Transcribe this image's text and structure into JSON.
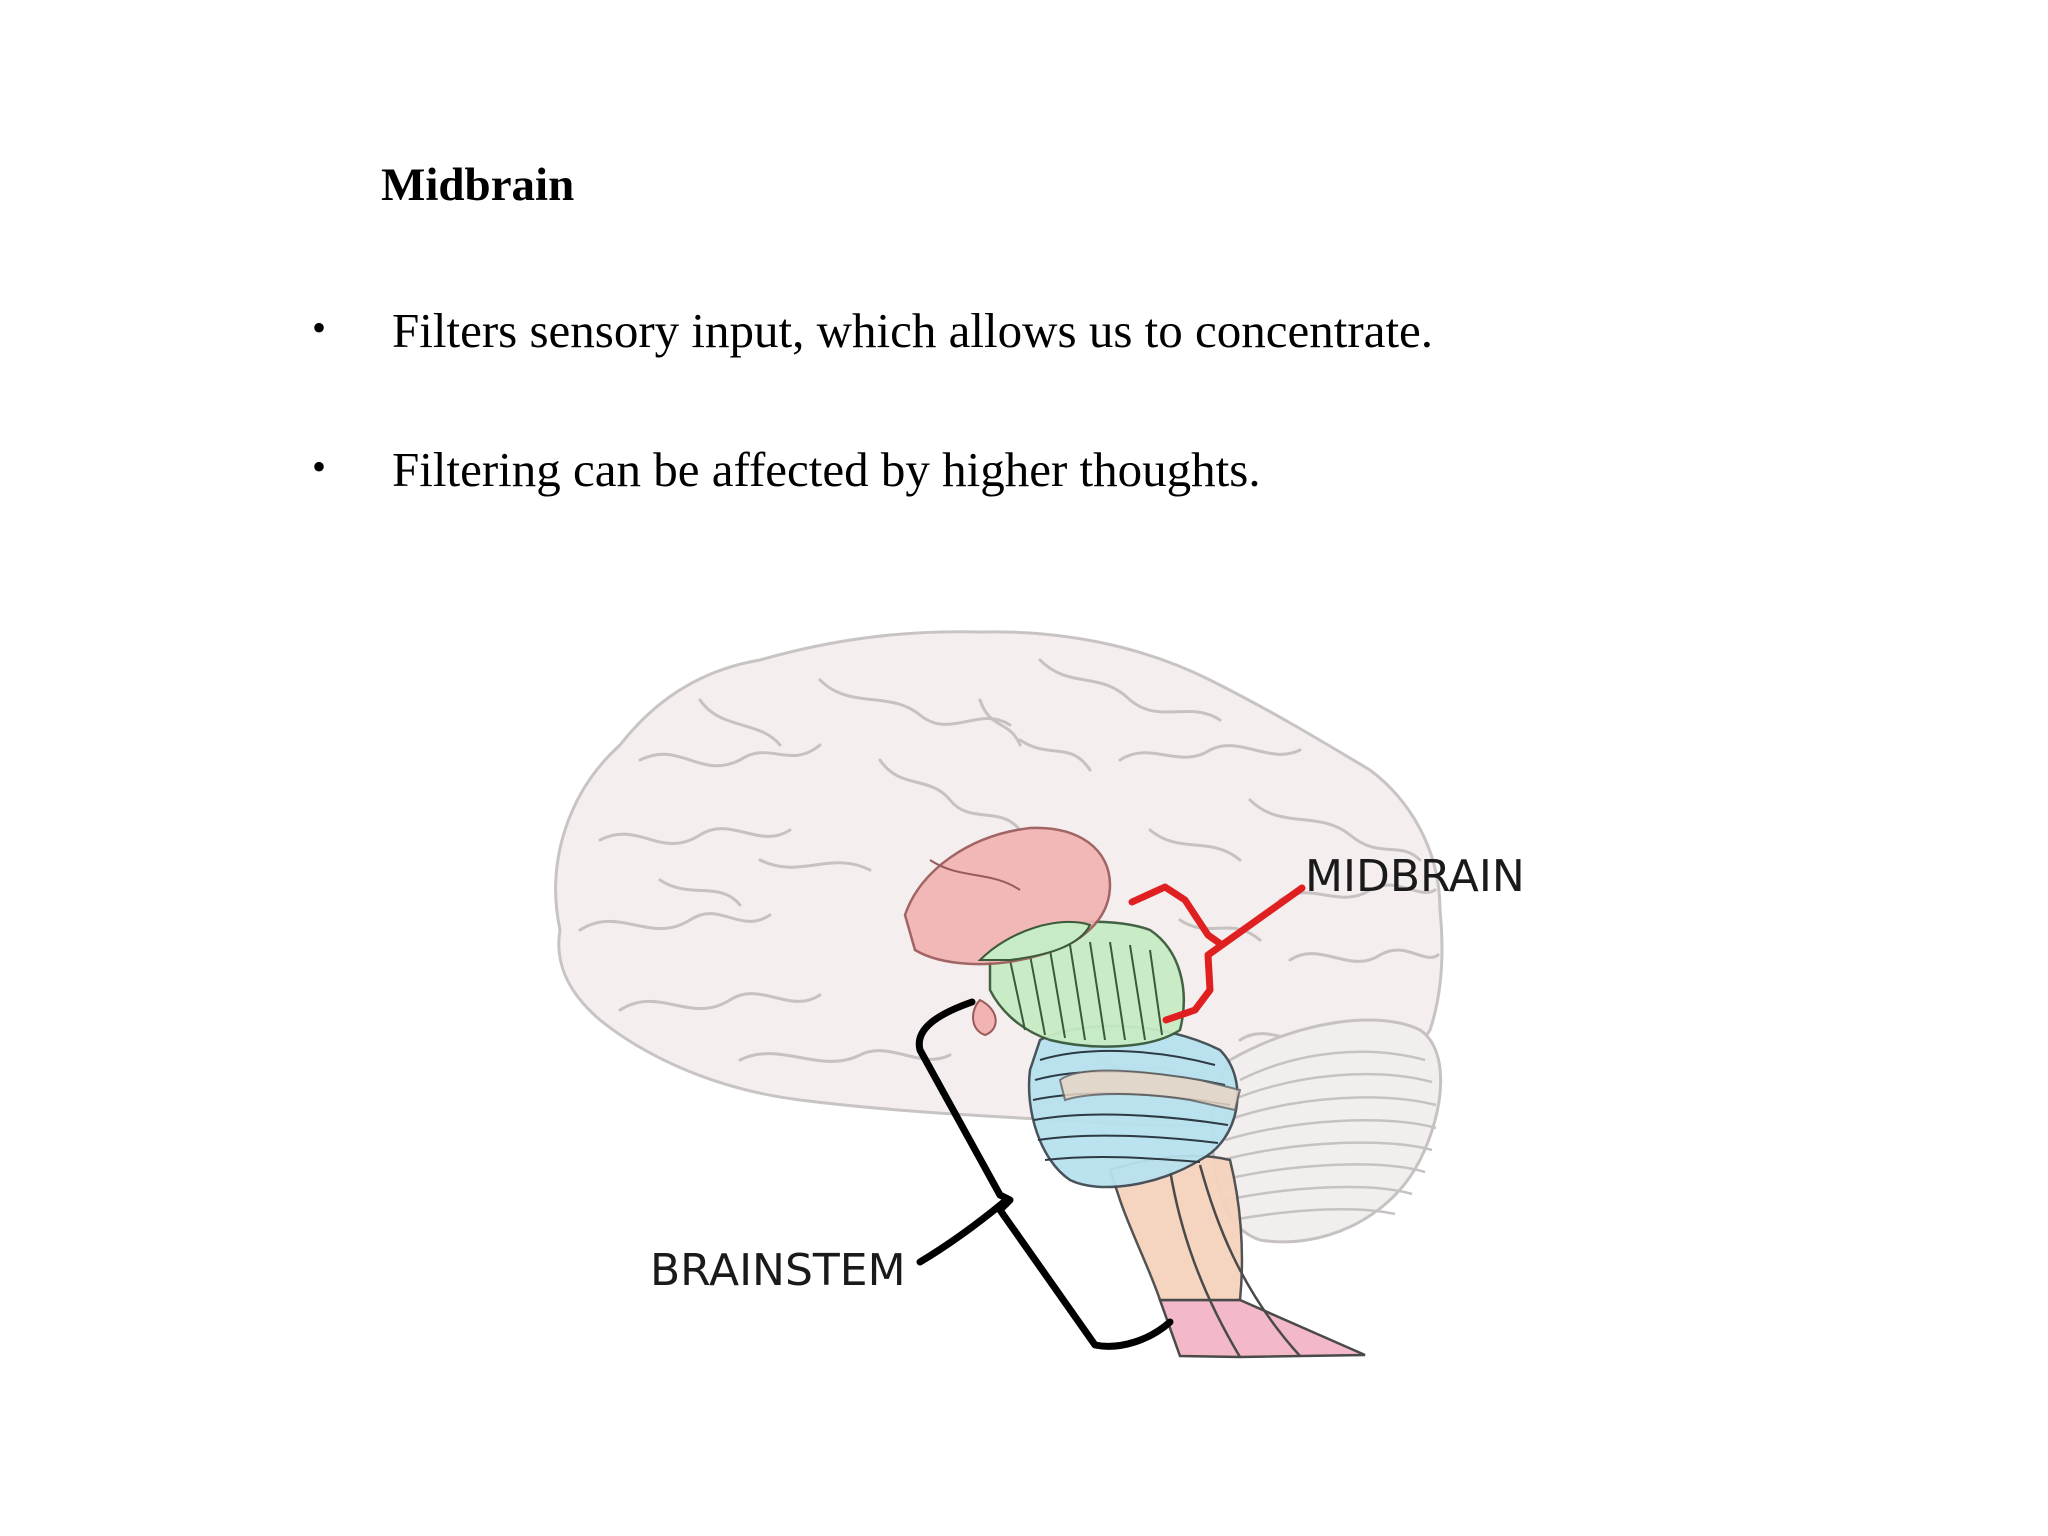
{
  "slide": {
    "title": "Midbrain",
    "bullets": [
      "Filters sensory input, which allows us to concentrate.",
      "Filtering can be affected by higher thoughts."
    ]
  },
  "diagram": {
    "labels": {
      "midbrain": "MIDBRAIN",
      "brainstem": "BRAINSTEM"
    },
    "colors": {
      "cerebrum_fill": "#f4eeee",
      "cerebrum_stroke": "#c8c4c4",
      "thalamus": "#f2b3b3",
      "midbrain": "#c7ecc5",
      "pons": "#b7e2ef",
      "medulla": "#f5d3bd",
      "spinal_cord": "#f4b9c8",
      "midbrain_bracket": "#e02020",
      "brainstem_bracket": "#000000"
    }
  }
}
